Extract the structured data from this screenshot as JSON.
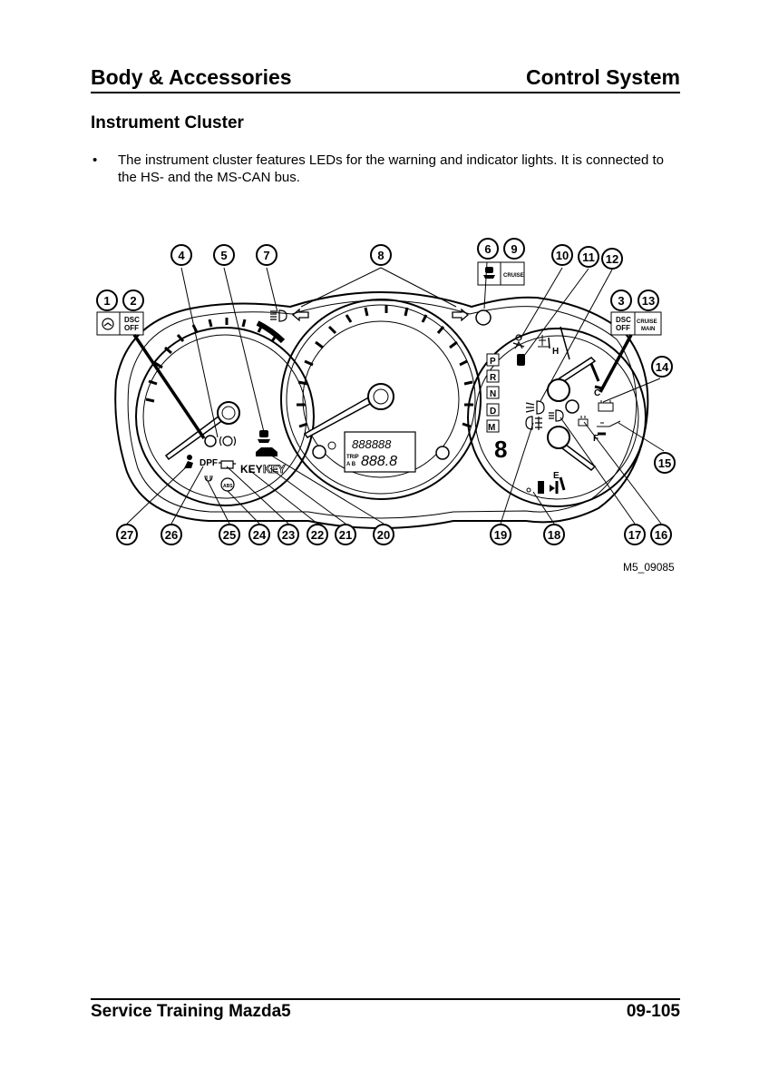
{
  "header": {
    "left": "Body & Accessories",
    "right": "Control System"
  },
  "section": {
    "title": "Instrument Cluster"
  },
  "bullets": [
    {
      "marker": "•",
      "text": "The instrument cluster features LEDs for the warning and indicator lights. It is connected to the HS- and the MS-CAN bus."
    }
  ],
  "figure": {
    "callouts": [
      "1",
      "2",
      "3",
      "4",
      "5",
      "6",
      "7",
      "8",
      "9",
      "10",
      "11",
      "12",
      "13",
      "14",
      "15",
      "16",
      "17",
      "18",
      "19",
      "20",
      "21",
      "22",
      "23",
      "24",
      "25",
      "26",
      "27"
    ],
    "labels": {
      "dsc_off_top": "DSC",
      "dsc_off_bottom": "OFF",
      "cruise": "CRUISE",
      "cruise_main_top": "CRUISE",
      "cruise_main_bottom": "MAIN",
      "gear_p": "P",
      "gear_r": "R",
      "gear_n": "N",
      "gear_d": "D",
      "gear_m": "M",
      "gear_digit": "8",
      "temp_h": "H",
      "temp_c": "C",
      "fuel_f": "F",
      "fuel_e": "E",
      "dpf": "DPF",
      "key_1": "KEY",
      "key_2": "KEY",
      "abs": "ABS",
      "odo_top": "888888",
      "trip_label": "TRIP",
      "trip_ab": "A B",
      "odo_bottom": "888.8"
    },
    "code": "M5_09085"
  },
  "footer": {
    "left": "Service Training Mazda5",
    "right": "09-105"
  }
}
